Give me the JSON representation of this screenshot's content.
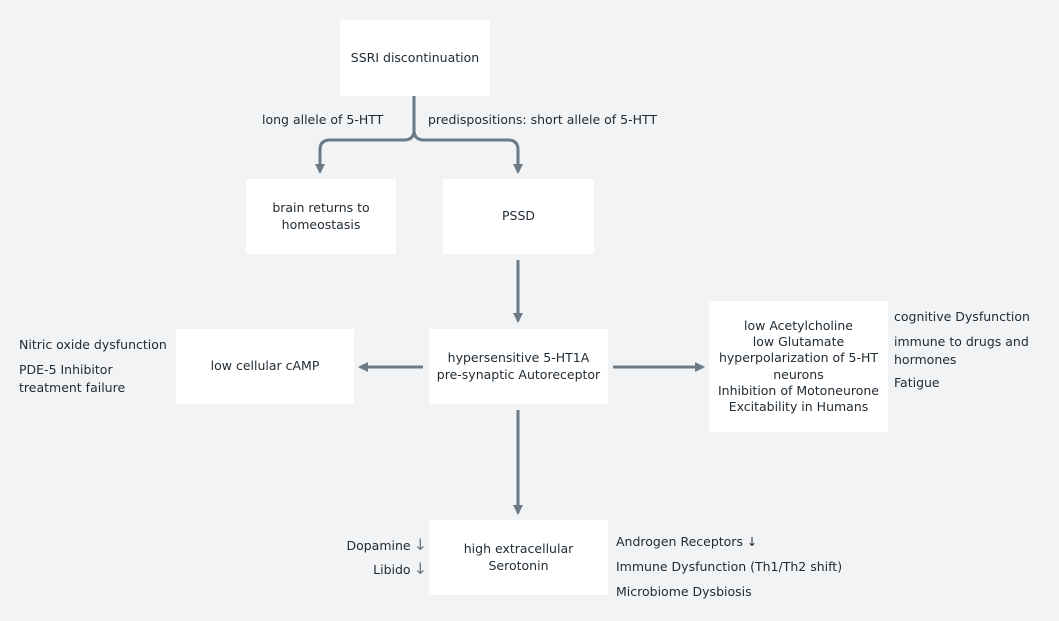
{
  "nodes": {
    "ssri": "SSRI discontinuation",
    "homeostasis": [
      "brain returns to",
      "homeostasis"
    ],
    "pssd": "PSSD",
    "camp": "low cellular cAMP",
    "autoreceptor": [
      "hypersensitive 5-HT1A",
      "pre-synaptic Autoreceptor"
    ],
    "acetylcholine": [
      "low Acetylcholine",
      "low Glutamate",
      "hyperpolarization of 5-HT",
      "neurons",
      "Inhibition of Motoneurone",
      "Excitability in Humans"
    ],
    "serotonin": [
      "high extracellular",
      "Serotonin"
    ]
  },
  "edge_labels": {
    "long_allele": "long allele of 5-HTT",
    "short_allele": "predispositions: short allele of 5-HTT"
  },
  "annotations": {
    "left_camp": [
      "Nitric oxide dysfunction",
      "PDE-5 Inhibitor",
      "treatment failure"
    ],
    "right_ach": [
      "cognitive Dysfunction",
      "immune to drugs and",
      "hormones",
      "Fatigue"
    ],
    "left_serotonin": [
      {
        "label": "Dopamine",
        "arrow": "↓"
      },
      {
        "label": "Libido",
        "arrow": "↓"
      }
    ],
    "right_serotonin": [
      "Androgen Receptors ↓",
      "Immune Dysfunction (Th1/Th2 shift)",
      "Microbiome Dysbiosis"
    ]
  },
  "colors": {
    "background": "#f2f3f4",
    "box": "#ffffff",
    "arrow": "#6b7a87",
    "text": "#1f2a33"
  }
}
